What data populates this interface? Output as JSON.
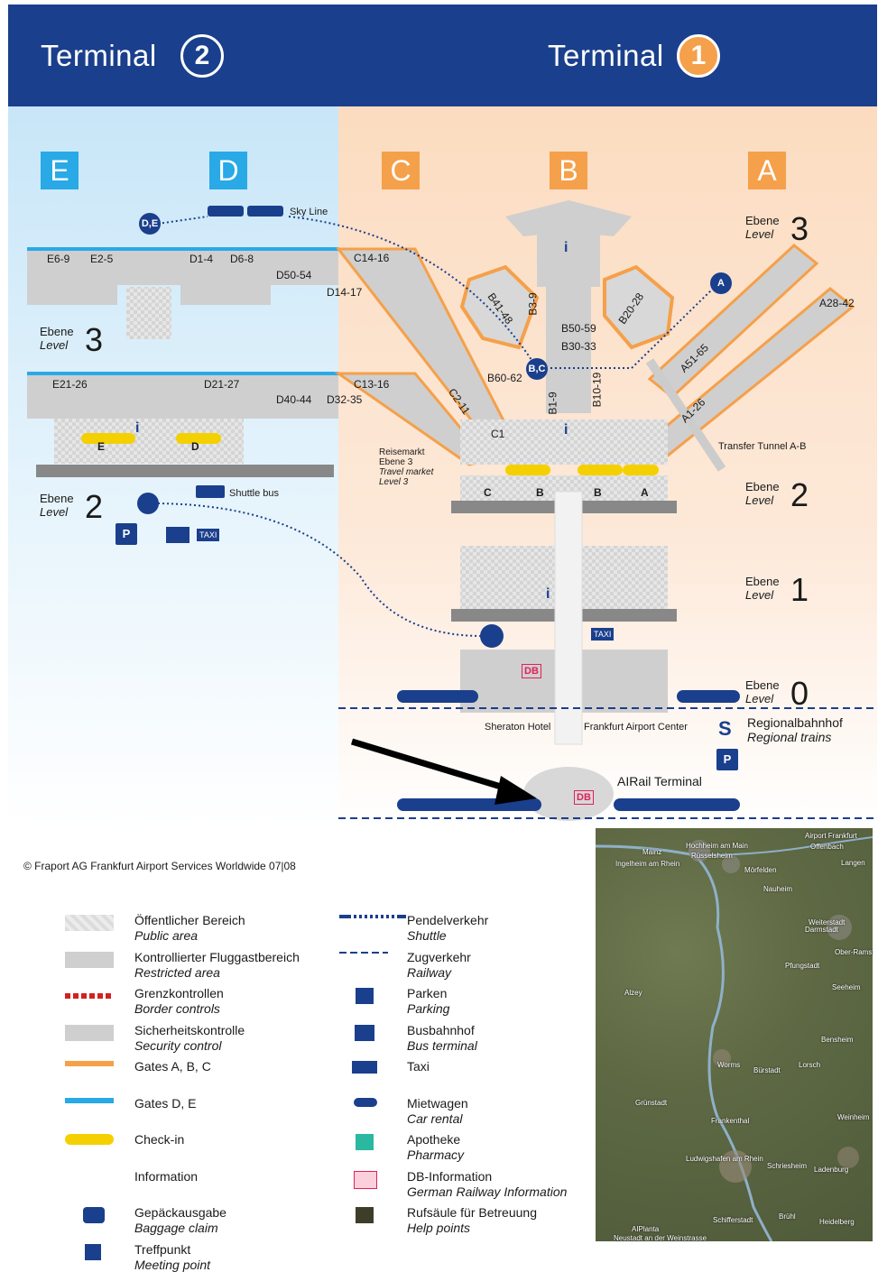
{
  "header": {
    "terminal2_label": "Terminal",
    "terminal2_number": "2",
    "terminal1_label": "Terminal",
    "terminal1_number": "1"
  },
  "piers": [
    {
      "letter": "E",
      "color": "#29a9e6"
    },
    {
      "letter": "D",
      "color": "#29a9e6"
    },
    {
      "letter": "C",
      "color": "#f5a04a"
    },
    {
      "letter": "B",
      "color": "#f5a04a"
    },
    {
      "letter": "A",
      "color": "#f5a04a"
    }
  ],
  "levels": {
    "word_de": "Ebene",
    "word_en": "Level",
    "l3": "3",
    "l2": "2",
    "l1": "1",
    "l0": "0"
  },
  "map_labels": {
    "sky_line": "Sky Line",
    "shuttle_de": "D,E",
    "shuttle_bc": "B,C",
    "shuttle_a": "A",
    "shuttle_bus": "Shuttle bus",
    "transfer_tunnel": "Transfer Tunnel A-B",
    "travel_market_de": "Reisemarkt",
    "travel_market_de2": "Ebene 3",
    "travel_market_en": "Travel market",
    "travel_market_en2": "Level 3",
    "sheraton": "Sheraton Hotel",
    "fac": "Frankfurt Airport Center",
    "regional_de": "Regionalbahnhof",
    "regional_en": "Regional trains",
    "airail": "AIRail Terminal",
    "taxi": "TAXI"
  },
  "gates": {
    "e6_9": "E6-9",
    "e2_5": "E2-5",
    "d1_4": "D1-4",
    "d6_8": "D6-8",
    "d50_54": "D50-54",
    "d14_17": "D14-17",
    "c14_16": "C14-16",
    "e21_26": "E21-26",
    "d21_27": "D21-27",
    "d40_44": "D40-44",
    "d32_35": "D32-35",
    "c13_16": "C13-16",
    "c2_11": "C2-11",
    "c1": "C1",
    "b41_48": "B41-48",
    "b3_9": "B3-9",
    "b20_28": "B20-28",
    "b50_59": "B50-59",
    "b30_33": "B30-33",
    "b60_62": "B60-62",
    "b1_9": "B1-9",
    "b10_19": "B10-19",
    "a51_65": "A51-65",
    "a1_26": "A1-26",
    "a28_42": "A28-42"
  },
  "checkin_letters": {
    "t2_e": "E",
    "t2_d": "D",
    "t1_c": "C",
    "t1_b1": "B",
    "t1_b2": "B",
    "t1_a": "A"
  },
  "copyright": "© Fraport AG   Frankfurt Airport Services Worldwide   07|08",
  "legend": {
    "left": [
      {
        "de": "Öffentlicher Bereich",
        "en": "Public area",
        "swatch": "public"
      },
      {
        "de": "Kontrollierter Fluggastbereich",
        "en": "Restricted area",
        "swatch": "restricted"
      },
      {
        "de": "Grenzkontrollen",
        "en": "Border controls",
        "swatch": "border"
      },
      {
        "de": "Sicherheitskontrolle",
        "en": "Security control",
        "swatch": "security"
      },
      {
        "de": "Gates A, B, C",
        "en": "",
        "swatch": "gates-abc"
      },
      {
        "de": "Gates D, E",
        "en": "",
        "swatch": "gates-de"
      },
      {
        "de": "Check-in",
        "en": "",
        "swatch": "checkin"
      },
      {
        "de": "Information",
        "en": "",
        "swatch": "info"
      },
      {
        "de": "Gepäckausgabe",
        "en": "Baggage claim",
        "swatch": "baggage"
      },
      {
        "de": "Treffpunkt",
        "en": "Meeting point",
        "swatch": "meeting"
      }
    ],
    "right": [
      {
        "de": "Pendelverkehr",
        "en": "Shuttle",
        "swatch": "shuttle"
      },
      {
        "de": "Zugverkehr",
        "en": "Railway",
        "swatch": "railway"
      },
      {
        "de": "Parken",
        "en": "Parking",
        "swatch": "parking"
      },
      {
        "de": "Busbahnhof",
        "en": "Bus terminal",
        "swatch": "bus"
      },
      {
        "de": "Taxi",
        "en": "",
        "swatch": "taxi"
      },
      {
        "de": "Mietwagen",
        "en": "Car rental",
        "swatch": "car"
      },
      {
        "de": "Apotheke",
        "en": "Pharmacy",
        "swatch": "pharmacy"
      },
      {
        "de": "DB-Information",
        "en": "German Railway Information",
        "swatch": "db"
      },
      {
        "de": "Rufsäule für Betreuung",
        "en": "Help points",
        "swatch": "help"
      }
    ]
  },
  "satellite_places": [
    "Airport Frankfurt",
    "Offenbach",
    "Hochheim am Main",
    "Rüsselsheim",
    "Ingelheim am Rhein",
    "Mainz",
    "Mörfelden",
    "Nauheim",
    "Weiterstadt",
    "Darmstadt",
    "Alzey",
    "Pfungstadt",
    "Seeheim",
    "Ober-Ramstadt",
    "Bensheim",
    "Worms",
    "Bürstadt",
    "Lorsch",
    "Grünstadt",
    "Frankenthal",
    "Weinheim",
    "Ludwigshafen am Rhein",
    "Schriesheim",
    "Ladenburg",
    "Schifferstadt",
    "Brühl",
    "Heidelberg",
    "AIPlanta",
    "Langen",
    "Neustadt an der Weinstrasse"
  ]
}
